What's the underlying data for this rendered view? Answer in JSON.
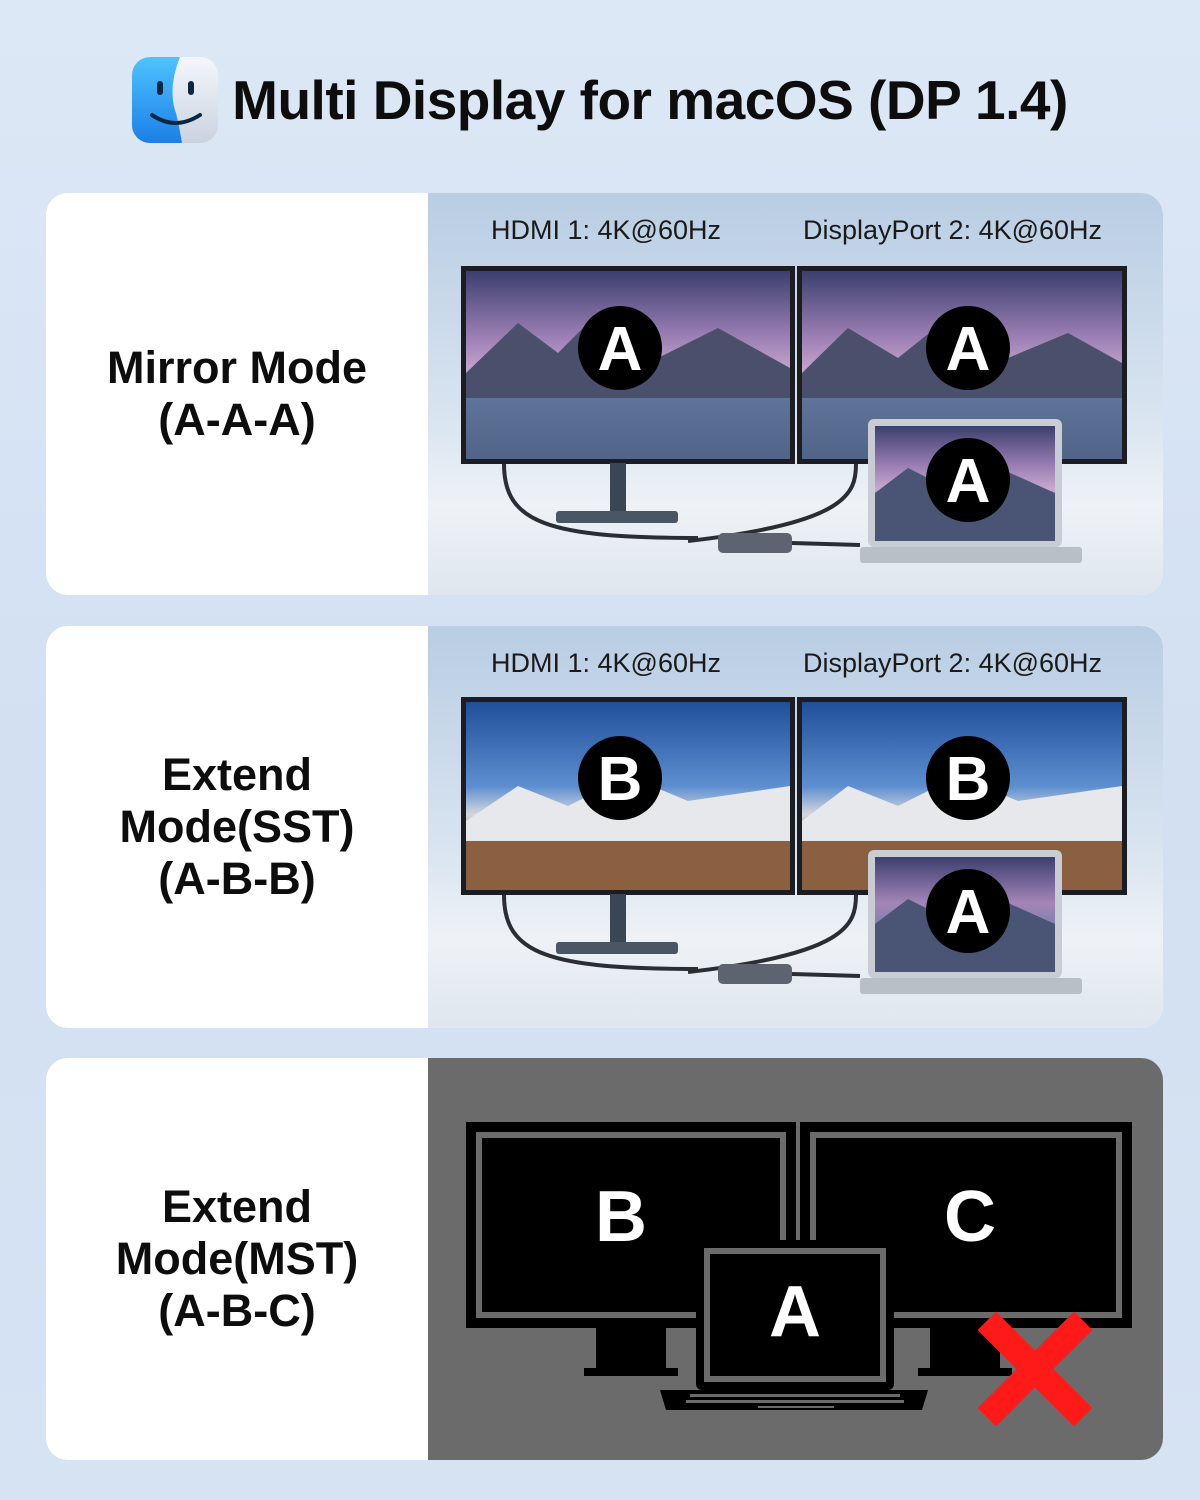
{
  "header": {
    "title": "Multi Display for macOS (DP 1.4)",
    "icon": "finder-icon"
  },
  "modes": [
    {
      "label_lines": [
        "Mirror Mode",
        "(A-A-A)"
      ],
      "port_left": "HDMI 1: 4K@60Hz",
      "port_right": "DisplayPort 2: 4K@60Hz",
      "screens": [
        "A",
        "A",
        "A"
      ]
    },
    {
      "label_lines": [
        "Extend",
        "Mode(SST)",
        "(A-B-B)"
      ],
      "port_left": "HDMI 1: 4K@60Hz",
      "port_right": "DisplayPort 2: 4K@60Hz",
      "screens": [
        "B",
        "B",
        "A"
      ]
    },
    {
      "label_lines": [
        "Extend",
        "Mode(MST)",
        "(A-B-C)"
      ],
      "screens": [
        "B",
        "C",
        "A"
      ],
      "unsupported_icon": "red-x-icon"
    }
  ],
  "colors": {
    "unsupported": "#ff1a1a",
    "dark_panel": "#6b6b6b"
  }
}
